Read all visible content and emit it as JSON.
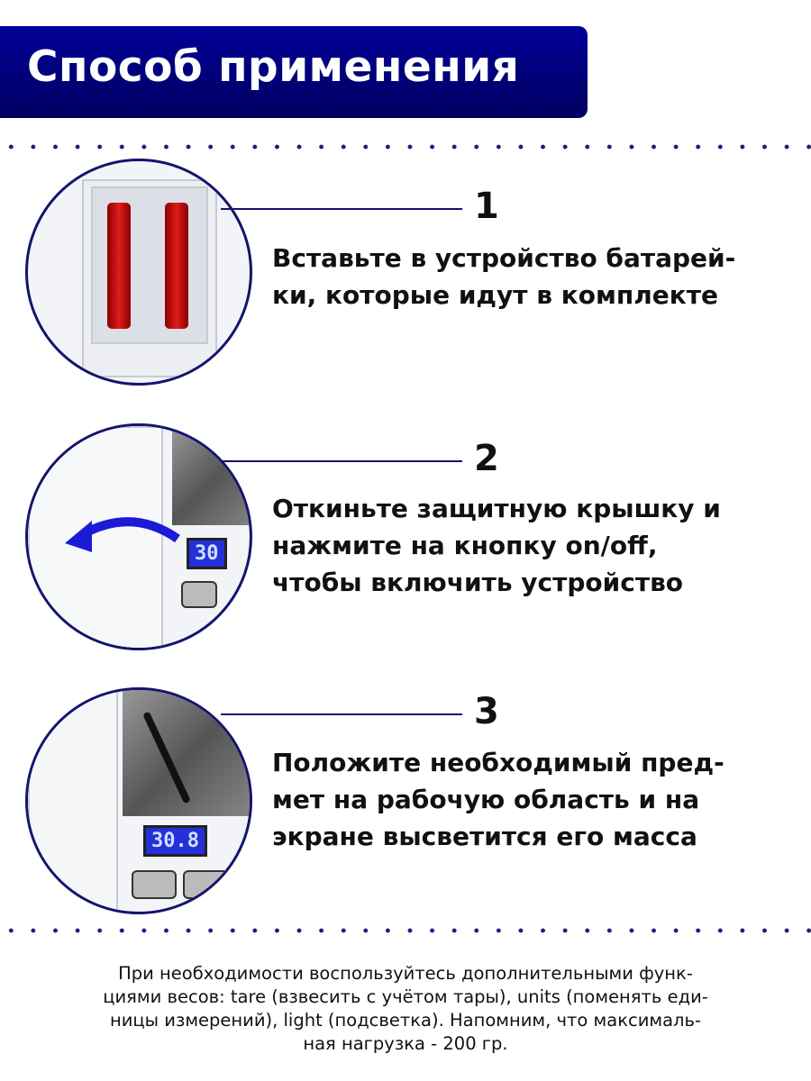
{
  "header": {
    "title": "Способ применения"
  },
  "steps": [
    {
      "number": "1",
      "lines": [
        "Вставьте в устройство батарей-",
        "ки, которые идут в комплекте"
      ]
    },
    {
      "number": "2",
      "lines": [
        "Откиньте защитную крышку и",
        "нажмите на кнопку on/off,",
        "чтобы включить устройство"
      ]
    },
    {
      "number": "3",
      "lines": [
        "Положите необходимый пред-",
        "мет на рабочую область и на",
        "экране высветится его масса"
      ]
    }
  ],
  "footer": {
    "lines": [
      "При необходимости воспользуйтесь дополнительными функ-",
      "циями весов: tare (взвесить с учётом тары),  units (поменять еди-",
      "ницы измерений), light (подсветка). Напомним, что максималь-",
      "ная нагрузка - 200 гр."
    ]
  },
  "display": {
    "step2": "30",
    "step3": "30.8"
  },
  "colors": {
    "accent": "#000099",
    "line": "#14146e"
  }
}
